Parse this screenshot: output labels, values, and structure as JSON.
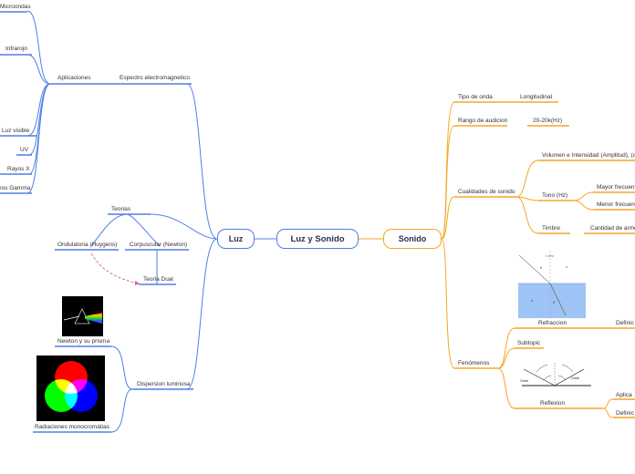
{
  "central": "Luz y Sonido",
  "luz": {
    "title": "Luz",
    "espectro": "Espectro  electromagnetico",
    "aplicaciones": "Aplicaciones",
    "items": [
      "Microondas",
      "Infrarojo",
      "Luz visible",
      "UV",
      "Rayos X",
      "Rayos Gamma"
    ],
    "teorias": "Teorias",
    "ondulatoria": "Ondulatoria (Huygens)",
    "corpuscular": "Corpuscular (Newton)",
    "dual": "Teoria Dual",
    "dispersion": "Dispersion luminosa",
    "newton_prism": "Newton y su prisma",
    "radiaciones": "Radiaciones monocromátias"
  },
  "sonido": {
    "title": "Sonido",
    "tipo_onda": "Tipo de onda",
    "longitudinal": "Longitudinal",
    "rango": "Rango de audicion",
    "rango_val": "20-20k(Hz)",
    "cualidades": "Cualidades de sonido",
    "volumen": "Volumen e  Intensidad (Amplitud), (d",
    "tono": "Tono (Hz)",
    "mayor": "Mayor frecuen",
    "menor": "Menor frecuen",
    "timbre": "Timbre",
    "cantidad": "Cantidad de armo",
    "fenomenos": "Fenómenos",
    "refraccion": "Refraccion",
    "definicion": "Definic",
    "subtopic": "Subtopic",
    "reflexion": "Reflexion",
    "aplicacion": "Aplica",
    "definicion2": "Definic"
  },
  "colors": {
    "luz_branch": "#4f7fe6",
    "sonido_branch": "#f5a623",
    "center_border": "#4f7fe6",
    "dashed": "#d65aa8"
  }
}
